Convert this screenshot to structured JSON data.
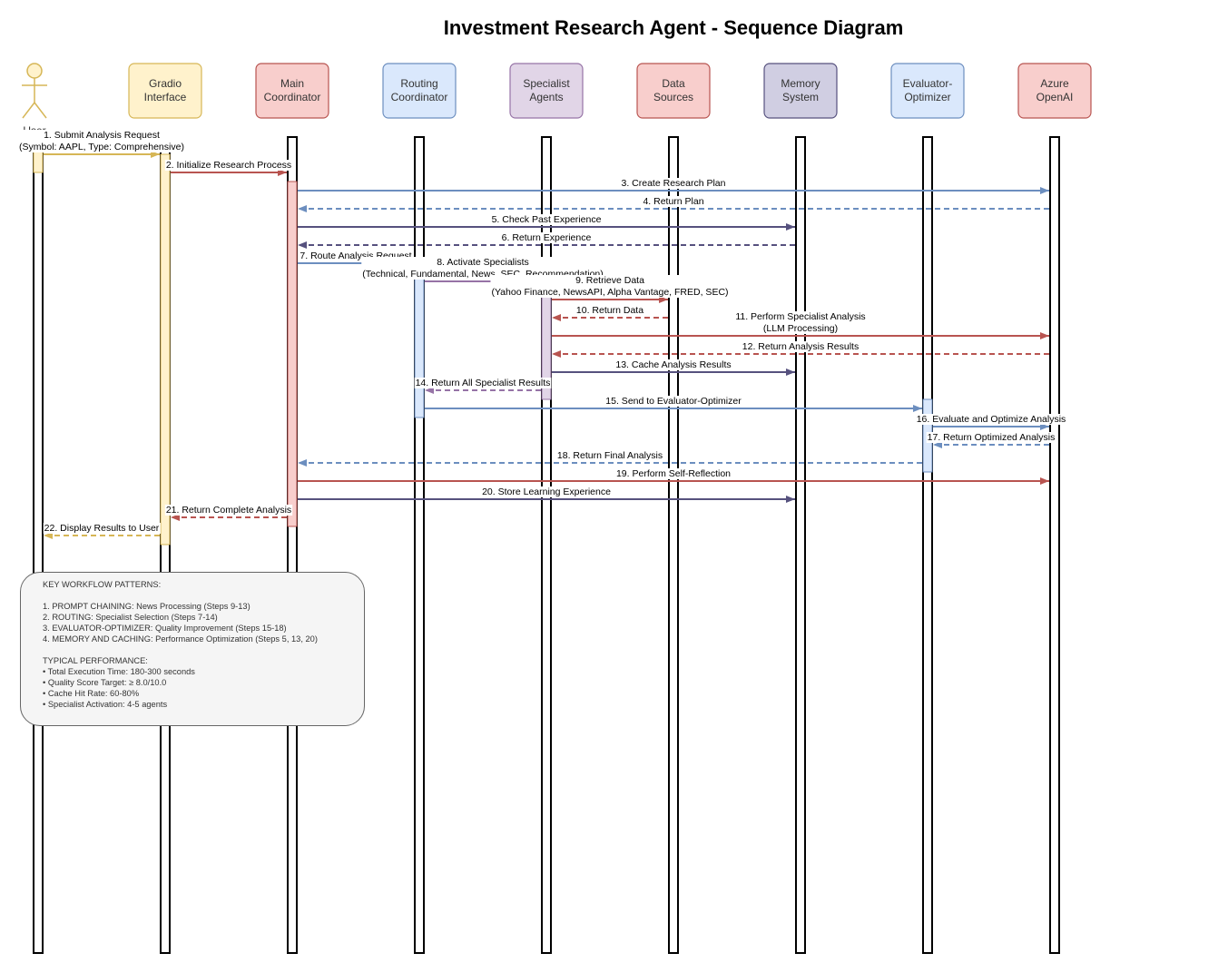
{
  "title": "Investment Research Agent - Sequence Diagram",
  "participants": [
    {
      "id": "user",
      "label": "User",
      "actor": true,
      "fill": "#fff2cc",
      "stroke": "#d6b656"
    },
    {
      "id": "gradio",
      "label": "Gradio\nInterface",
      "fill": "#fff2cc",
      "stroke": "#d6b656"
    },
    {
      "id": "main",
      "label": "Main\nCoordinator",
      "fill": "#f8cecc",
      "stroke": "#b85450"
    },
    {
      "id": "routing",
      "label": "Routing\nCoordinator",
      "fill": "#dae8fc",
      "stroke": "#6c8ebf"
    },
    {
      "id": "specialist",
      "label": "Specialist\nAgents",
      "fill": "#e1d5e7",
      "stroke": "#9673a6"
    },
    {
      "id": "data",
      "label": "Data\nSources",
      "fill": "#f8cecc",
      "stroke": "#b85450"
    },
    {
      "id": "memory",
      "label": "Memory\nSystem",
      "fill": "#d0cee2",
      "stroke": "#56517e"
    },
    {
      "id": "evaluator",
      "label": "Evaluator-\nOptimizer",
      "fill": "#dae8fc",
      "stroke": "#6c8ebf"
    },
    {
      "id": "azure",
      "label": "Azure\nOpenAI",
      "fill": "#f8cecc",
      "stroke": "#b85450"
    }
  ],
  "messages": [
    {
      "from": "user",
      "to": "gradio",
      "label": "1. Submit Analysis Request\n(Symbol: AAPL, Type: Comprehensive)",
      "dashed": false,
      "color": "#d6b656"
    },
    {
      "from": "gradio",
      "to": "main",
      "label": "2. Initialize Research Process",
      "dashed": false,
      "color": "#b85450"
    },
    {
      "from": "main",
      "to": "azure",
      "label": "3. Create Research Plan",
      "dashed": false,
      "color": "#6c8ebf"
    },
    {
      "from": "azure",
      "to": "main",
      "label": "4. Return Plan",
      "dashed": true,
      "color": "#6c8ebf"
    },
    {
      "from": "main",
      "to": "memory",
      "label": "5. Check Past Experience",
      "dashed": false,
      "color": "#56517e"
    },
    {
      "from": "memory",
      "to": "main",
      "label": "6. Return Experience",
      "dashed": true,
      "color": "#56517e"
    },
    {
      "from": "main",
      "to": "routing",
      "label": "7. Route Analysis Request",
      "dashed": false,
      "color": "#6c8ebf"
    },
    {
      "from": "routing",
      "to": "specialist",
      "label": "8. Activate Specialists\n(Technical, Fundamental, News, SEC, Recommendation)",
      "dashed": false,
      "color": "#9673a6"
    },
    {
      "from": "specialist",
      "to": "data",
      "label": "9. Retrieve Data\n(Yahoo Finance, NewsAPI, Alpha Vantage, FRED, SEC)",
      "dashed": false,
      "color": "#b85450"
    },
    {
      "from": "data",
      "to": "specialist",
      "label": "10. Return Data",
      "dashed": true,
      "color": "#b85450"
    },
    {
      "from": "specialist",
      "to": "azure",
      "label": "11. Perform Specialist Analysis\n(LLM Processing)",
      "dashed": false,
      "color": "#b85450"
    },
    {
      "from": "azure",
      "to": "specialist",
      "label": "12. Return Analysis Results",
      "dashed": true,
      "color": "#b85450"
    },
    {
      "from": "specialist",
      "to": "memory",
      "label": "13. Cache Analysis Results",
      "dashed": false,
      "color": "#56517e"
    },
    {
      "from": "specialist",
      "to": "routing",
      "label": "14. Return All Specialist Results",
      "dashed": true,
      "color": "#9673a6"
    },
    {
      "from": "routing",
      "to": "evaluator",
      "label": "15. Send to Evaluator-Optimizer",
      "dashed": false,
      "color": "#6c8ebf"
    },
    {
      "from": "evaluator",
      "to": "azure",
      "label": "16. Evaluate and Optimize Analysis",
      "dashed": false,
      "color": "#6c8ebf"
    },
    {
      "from": "azure",
      "to": "evaluator",
      "label": "17. Return Optimized Analysis",
      "dashed": true,
      "color": "#6c8ebf"
    },
    {
      "from": "evaluator",
      "to": "main",
      "label": "18. Return Final Analysis",
      "dashed": true,
      "color": "#6c8ebf"
    },
    {
      "from": "main",
      "to": "azure",
      "label": "19. Perform Self-Reflection",
      "dashed": false,
      "color": "#b85450"
    },
    {
      "from": "main",
      "to": "memory",
      "label": "20. Store Learning Experience",
      "dashed": false,
      "color": "#56517e"
    },
    {
      "from": "main",
      "to": "gradio",
      "label": "21. Return Complete Analysis",
      "dashed": true,
      "color": "#b85450"
    },
    {
      "from": "gradio",
      "to": "user",
      "label": "22. Display Results to User",
      "dashed": true,
      "color": "#d6b656"
    }
  ],
  "note": {
    "lines": [
      "KEY WORKFLOW PATTERNS:",
      "",
      "1. PROMPT CHAINING: News Processing (Steps 9-13)",
      "2. ROUTING: Specialist Selection (Steps 7-14)",
      "3. EVALUATOR-OPTIMIZER: Quality Improvement (Steps 15-18)",
      "4. MEMORY AND CACHING: Performance Optimization (Steps 5, 13, 20)",
      "",
      "TYPICAL PERFORMANCE:",
      "• Total Execution Time: 180-300 seconds",
      "• Quality Score Target: ≥ 8.0/10.0",
      "• Cache Hit Rate: 60-80%",
      "• Specialist Activation: 4-5 agents"
    ]
  }
}
